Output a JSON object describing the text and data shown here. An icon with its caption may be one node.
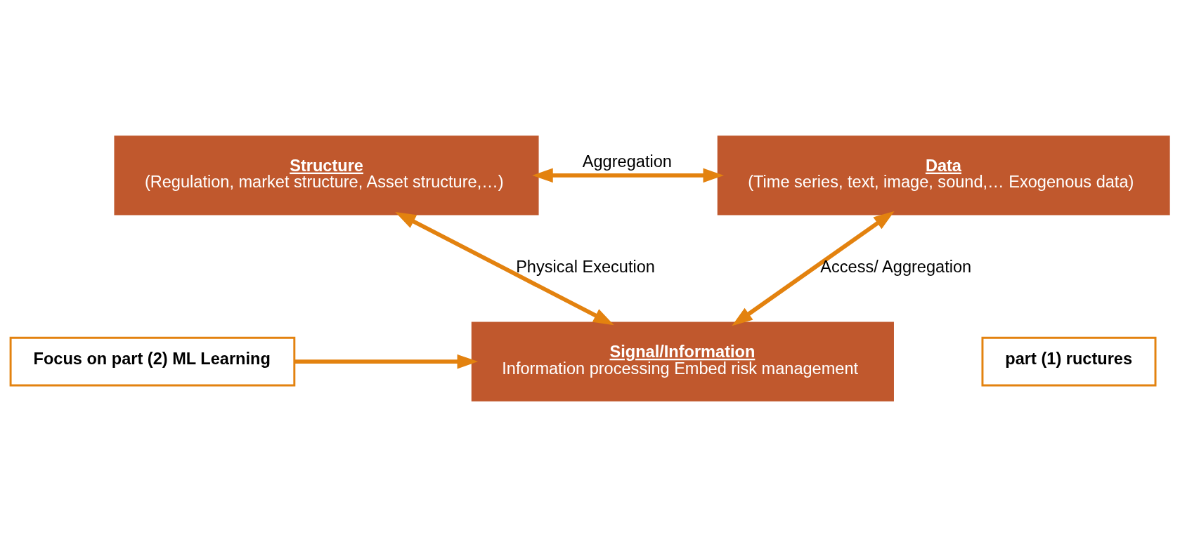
{
  "diagram": {
    "nodes": [
      {
        "text": [
          "Structure",
          "(Regulation, market structure, Asset structure,…)"
        ]
      },
      {
        "text": [
          "Data",
          "(Time series, text, image, sound,… Exogenous data)"
        ]
      },
      {
        "text": [
          "Signal/Information",
          "Information processing Embed risk management"
        ]
      },
      {
        "text": [
          "part (1) ructures"
        ]
      },
      {
        "text": [
          "Focus on part (2) ML Learning"
        ]
      }
    ],
    "edges": [
      {
        "from": 0,
        "to": 1,
        "arrow": "both",
        "label": "Aggregation"
      },
      {
        "from": 0,
        "to": 2,
        "arrow": "both",
        "label": "Physical Execution"
      },
      {
        "from": 1,
        "to": 2,
        "arrow": "both",
        "label": "Access/ Aggregation"
      },
      {
        "from": 4,
        "to": 2,
        "arrow": "to"
      }
    ]
  }
}
